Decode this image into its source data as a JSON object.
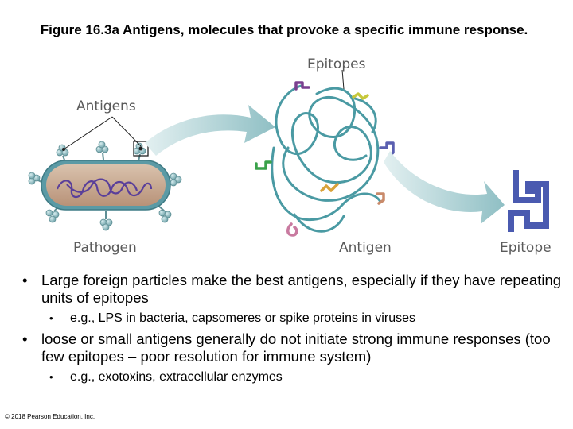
{
  "title": "Figure 16.3a  Antigens, molecules that provoke a specific immune response.",
  "figure": {
    "labels": {
      "antigens": "Antigens",
      "pathogen": "Pathogen",
      "epitopes": "Epitopes",
      "antigen": "Antigen",
      "epitope": "Epitope"
    },
    "colors": {
      "pathogen_outer": "#5b9aa5",
      "pathogen_inner": "#c9a98f",
      "dna": "#5a3f9a",
      "antigen_spheres": "#7fb0b6",
      "protein_strand": "#4a9aa3",
      "epitope_purple": "#7a3f8f",
      "epitope_yellow": "#c7c83a",
      "epitope_blue": "#5a5fb0",
      "epitope_green": "#3aa14a",
      "epitope_orange": "#d9a23a",
      "epitope_salmon": "#c98a6a",
      "epitope_pink": "#c97aa0",
      "arrow": "#a9cfd2",
      "epitope_large": "#4a5ab0"
    }
  },
  "bullets": [
    {
      "text": "Large foreign particles make the best antigens, especially if they have repeating units of epitopes",
      "sub": "e.g., LPS in bacteria, capsomeres or spike proteins in viruses"
    },
    {
      "text": "loose or small antigens generally do not initiate strong immune responses (too few epitopes – poor resolution for immune system)",
      "sub": "e.g., exotoxins, extracellular enzymes"
    }
  ],
  "copyright": "© 2018 Pearson Education, Inc."
}
